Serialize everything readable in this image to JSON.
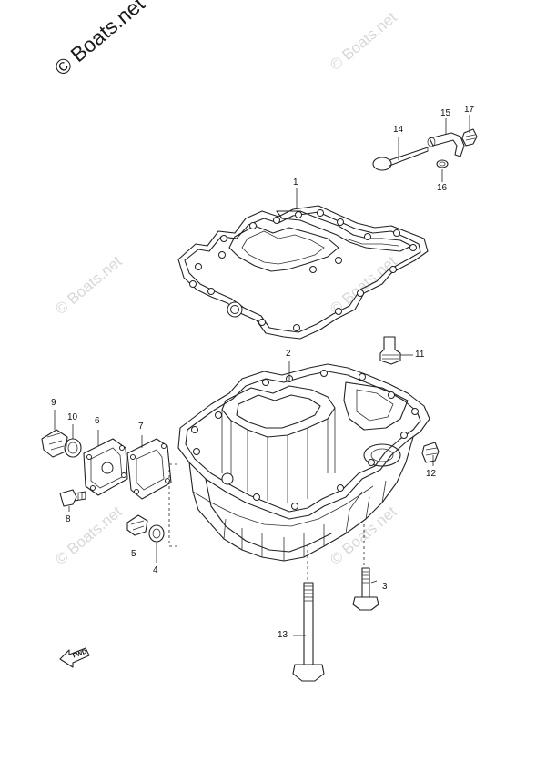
{
  "watermarks": {
    "main": "© Boats.net",
    "faint": "© Boats.net"
  },
  "fwd_label": "FWD",
  "callouts": [
    "1",
    "2",
    "3",
    "4",
    "5",
    "6",
    "7",
    "8",
    "9",
    "10",
    "11",
    "12",
    "13",
    "14",
    "15",
    "16",
    "17"
  ]
}
